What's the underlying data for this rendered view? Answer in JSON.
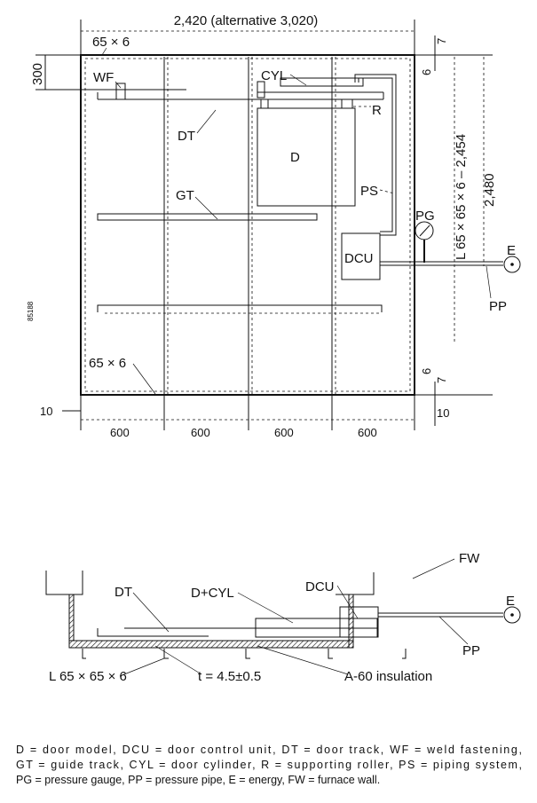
{
  "plan": {
    "width_dim": "2,420 (alternative 3,020)",
    "top_angle": "65 × 6",
    "bottom_angle": "65 × 6",
    "height_300": "300",
    "labels": {
      "WF": "WF",
      "DT": "DT",
      "CYL": "CYL",
      "R": "R",
      "D": "D",
      "GT": "GT",
      "PS": "PS",
      "PG": "PG",
      "DCU": "DCU",
      "E": "E",
      "PP": "PP"
    },
    "dim_6_top": "6",
    "dim_7_top": "7",
    "dim_6_bottom": "6",
    "dim_7_bottom": "7",
    "angle_length": "L 65 × 65 × 6 – 2,454",
    "height_2480": "2,480",
    "offset_left": "10",
    "offset_right": "10",
    "spacings": [
      "600",
      "600",
      "600",
      "600"
    ],
    "figure_number": "85188"
  },
  "section": {
    "FW": "FW",
    "DT": "DT",
    "D_CYL": "D+CYL",
    "DCU": "DCU",
    "E": "E",
    "PP": "PP",
    "angle": "L 65 × 65 × 6",
    "thickness": "t = 4.5±0.5",
    "insulation": "A-60 insulation"
  },
  "legend": [
    "D = door model, DCU = door control unit, DT = door track, WF = weld fastening,",
    "GT = guide track, CYL = door cylinder, R = supporting roller, PS = piping system,",
    "PG = pressure gauge, PP = pressure pipe, E = energy, FW = furnace wall."
  ]
}
